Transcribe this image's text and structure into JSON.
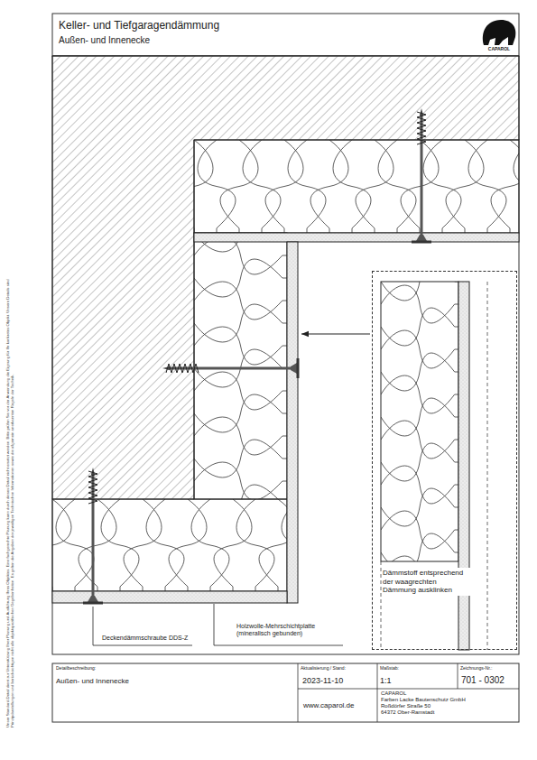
{
  "diagram": {
    "title": "Keller- und Tiefgaragendämmung",
    "nodes": [
      {
        "text": [
          "Dämmstoff entsprechend der waagrechten Dämmung ausklinken"
        ]
      }
    ],
    "labels": [
      "Außen- und Innenecke",
      "CAPAROL",
      "Unser Standard-Detail dient zur Unterstützung Ihrer Planung und Ausführung Ihres Objektes. Eine fachgerechte Planung kann durch dieses Detail nicht ersetzt werden. Bitte prüfen Sie vor der Anwendung die Eignung für Ihr konkretes Objekt. Unsere Details sind Prinzipdarstellungen und berücksichtigen nicht alle objektspezifischen Gegebenheiten. Es gelten die Angaben der jeweiligen Technischen Informationen sowie die allgemein anerkannten Regeln der Technik.",
      "Deckendämmschraube DDS-Z",
      "Holzwolle-Mehrschichtplatte (mineralisch gebunden)",
      "Detailbeschreibung:",
      "Außen- und Innenecke",
      "Aktualisierung / Stand:",
      "2023-11-10",
      "Maßstab:",
      "1:1",
      "Zeichnungs-Nr.:",
      "701 - 0302",
      "www.caparol.de",
      "CAPAROL",
      "Farben Lacke Bautenschutz GmbH",
      "Roßdörfer Straße 50",
      "64372 Ober-Ramstadt"
    ]
  }
}
